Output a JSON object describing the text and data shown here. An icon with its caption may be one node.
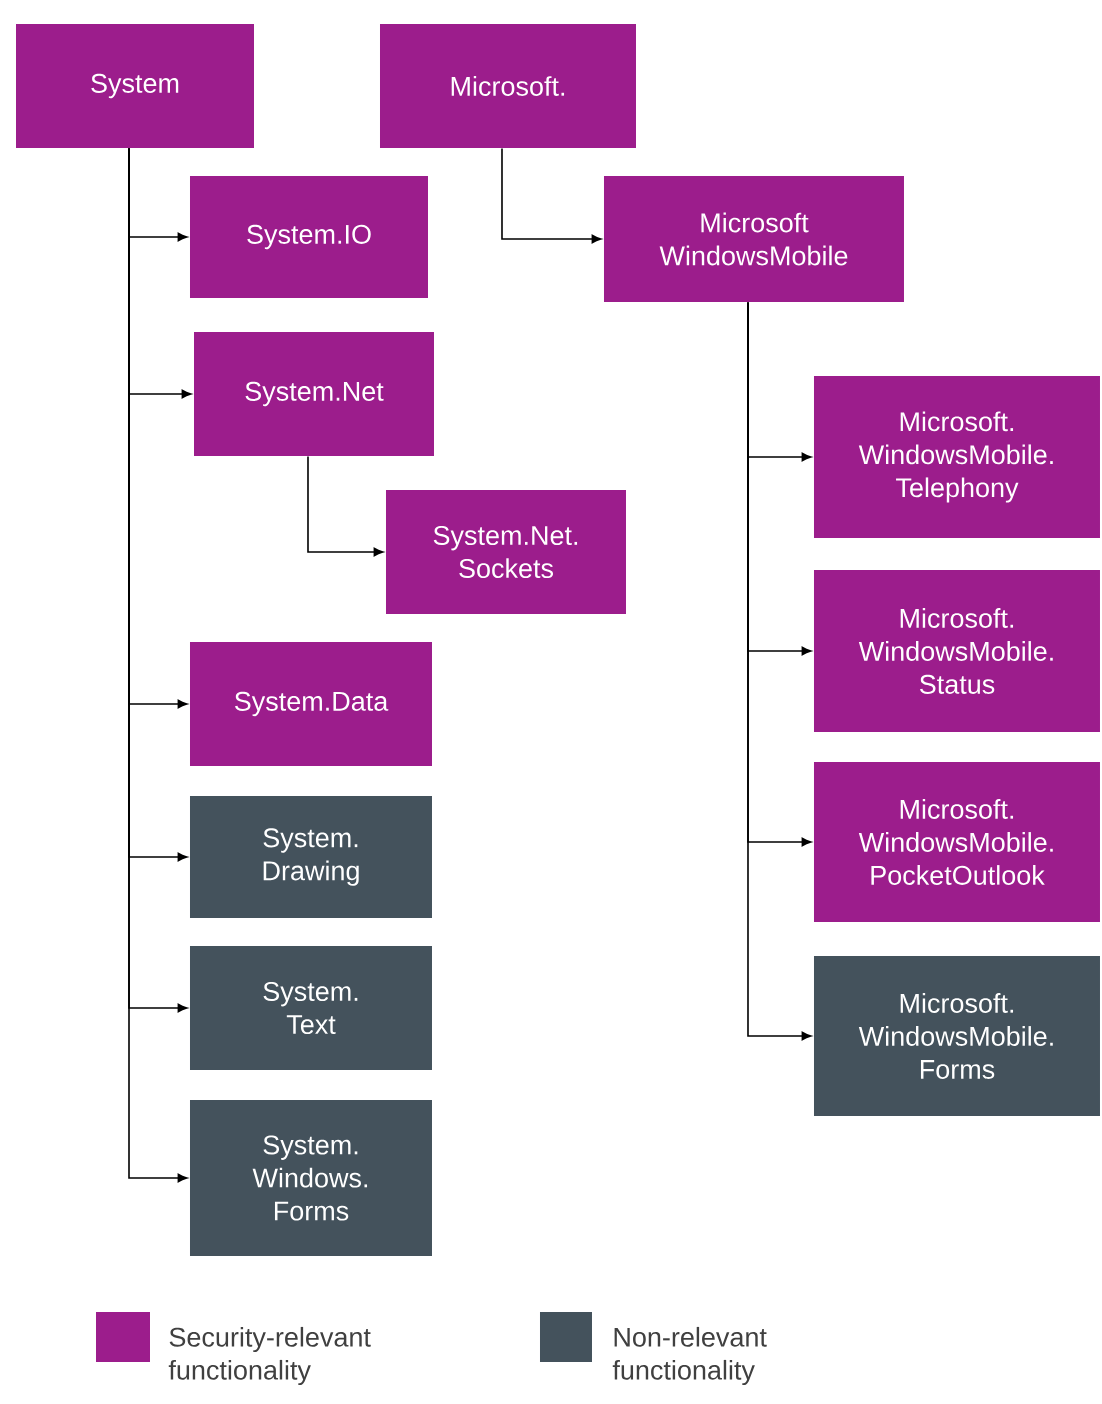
{
  "diagram": {
    "nodes": [
      {
        "text": [
          "System"
        ]
      },
      {
        "text": [
          "Microsoft."
        ]
      },
      {
        "text": [
          "System.IO"
        ]
      },
      {
        "text": [
          "Microsoft WindowsMobile"
        ]
      },
      {
        "text": [
          "System.Net"
        ]
      },
      {
        "text": [
          "System.Net. Sockets"
        ]
      },
      {
        "text": [
          "System.Data"
        ]
      },
      {
        "text": [
          "System. Drawing"
        ]
      },
      {
        "text": [
          "System. Text"
        ]
      },
      {
        "text": [
          "System. Windows. Forms"
        ]
      },
      {
        "text": [
          "Microsoft. WindowsMobile. Telephony"
        ]
      },
      {
        "text": [
          "Microsoft. WindowsMobile. Status"
        ]
      },
      {
        "text": [
          "Microsoft. WindowsMobile. PocketOutlook"
        ]
      },
      {
        "text": [
          "Microsoft. WindowsMobile. Forms"
        ]
      }
    ],
    "edges": [
      {
        "from": 0,
        "to": 2,
        "arrow": "to"
      },
      {
        "from": 0,
        "to": 4,
        "arrow": "to"
      },
      {
        "from": 0,
        "to": 6,
        "arrow": "to"
      },
      {
        "from": 0,
        "to": 7,
        "arrow": "to"
      },
      {
        "from": 0,
        "to": 8,
        "arrow": "to"
      },
      {
        "from": 0,
        "to": 9,
        "arrow": "to"
      },
      {
        "from": 1,
        "to": 3,
        "arrow": "to"
      },
      {
        "from": 4,
        "to": 5,
        "arrow": "to"
      },
      {
        "from": 3,
        "to": 10,
        "arrow": "to"
      },
      {
        "from": 3,
        "to": 11,
        "arrow": "to"
      },
      {
        "from": 3,
        "to": 12,
        "arrow": "to"
      },
      {
        "from": 3,
        "to": 13,
        "arrow": "to"
      }
    ],
    "legend": [
      {
        "text": "Security-relevant functionality",
        "color": "#9c1d8c"
      },
      {
        "text": "Non-relevant functionality",
        "color": "#44525c"
      }
    ]
  }
}
